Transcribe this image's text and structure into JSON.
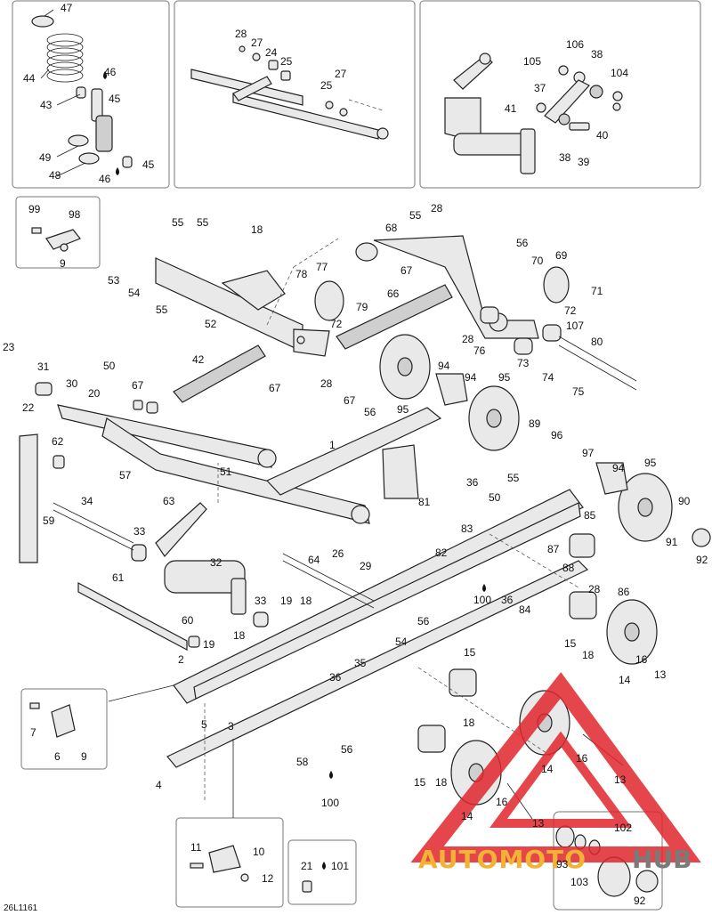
{
  "reference_code": "26L1161",
  "watermark": {
    "brand_left": "AUTOMOTO",
    "brand_right": "HUB",
    "triangle_color": "#e0262b",
    "text_color": "#f2b233"
  },
  "labels": {
    "p47": "47",
    "p44": "44",
    "p46a": "46",
    "p45a": "45",
    "p43": "43",
    "p49": "49",
    "p48": "48",
    "p45b": "45",
    "p46b": "46",
    "p28a": "28",
    "p27a": "27",
    "p24": "24",
    "p25a": "25",
    "p27b": "27",
    "p25b": "25",
    "p106": "106",
    "p105": "105",
    "p38a": "38",
    "p104": "104",
    "p37": "37",
    "p41": "41",
    "p40": "40",
    "p38b": "38",
    "p39": "39",
    "p99": "99",
    "p98": "98",
    "p9a": "9",
    "p55a": "55",
    "p55b": "55",
    "p18a": "18",
    "p53": "53",
    "p54a": "54",
    "p55c": "55",
    "p52": "52",
    "p78": "78",
    "p77": "77",
    "p79": "79",
    "p72a": "72",
    "p68": "68",
    "p55d": "55",
    "p28b": "28",
    "p56a": "56",
    "p70": "70",
    "p69": "69",
    "p67a": "67",
    "p66": "66",
    "p71": "71",
    "p72b": "72",
    "p107": "107",
    "p28c": "28",
    "p76": "76",
    "p73": "73",
    "p80": "80",
    "p74": "74",
    "p75": "75",
    "p23": "23",
    "p31": "31",
    "p22": "22",
    "p50a": "50",
    "p42": "42",
    "p67b": "67",
    "p30": "30",
    "p20": "20",
    "p67c": "67",
    "p28d": "28",
    "p67d": "67",
    "p56b": "56",
    "p95a": "95",
    "p94a": "94",
    "p94b": "94",
    "p95b": "95",
    "p62": "62",
    "p1": "1",
    "p89": "89",
    "p96": "96",
    "p97": "97",
    "p94c": "94",
    "p95c": "95",
    "p57": "57",
    "p51": "51",
    "p63": "63",
    "p36a": "36",
    "p50b": "50",
    "p55e": "55",
    "p81": "81",
    "p85": "85",
    "p90": "90",
    "p91": "91",
    "p92a": "92",
    "p59": "59",
    "p34": "34",
    "p33a": "33",
    "p83": "83",
    "p82": "82",
    "p87": "87",
    "p26": "26",
    "p29": "29",
    "p64": "64",
    "p32": "32",
    "p88": "88",
    "p100a": "100",
    "p36b": "36",
    "p84": "84",
    "p86": "86",
    "p28e": "28",
    "p61": "61",
    "p33b": "33",
    "p19a": "19",
    "p18b": "18",
    "p60": "60",
    "p56c": "56",
    "p54b": "54",
    "p15a": "15",
    "p18c": "18",
    "p16a": "16",
    "p14a": "14",
    "p13a": "13",
    "p19b": "19",
    "p18d": "18",
    "p2": "2",
    "p35": "35",
    "p36c": "36",
    "p15b": "15",
    "p18e": "18",
    "p7": "7",
    "p6": "6",
    "p9b": "9",
    "p5": "5",
    "p3": "3",
    "p14b": "14",
    "p16b": "16",
    "p13b": "13",
    "p56d": "56",
    "p58": "58",
    "p15c": "15",
    "p18f": "18",
    "p4": "4",
    "p100b": "100",
    "p16c": "16",
    "p14c": "14",
    "p13c": "13",
    "p11": "11",
    "p10": "10",
    "p12": "12",
    "p21": "21",
    "p101": "101",
    "p102": "102",
    "p93": "93",
    "p103": "103",
    "p92b": "92"
  }
}
